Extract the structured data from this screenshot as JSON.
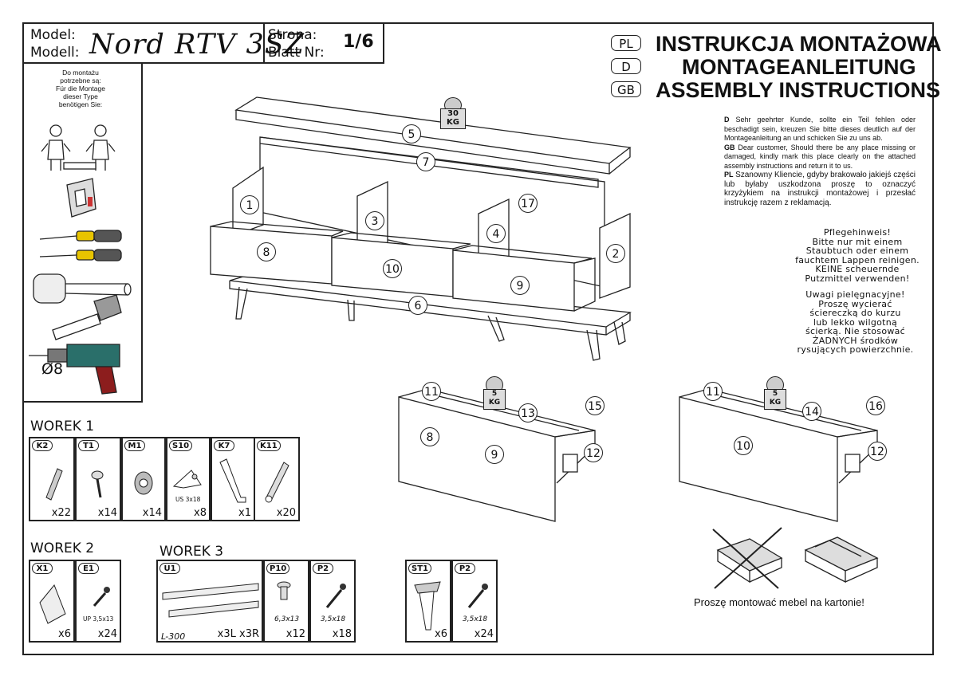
{
  "header": {
    "model_label_pl": "Model:",
    "model_label_de": "Modell:",
    "model_name": "Nord RTV 3SZ",
    "page_label_pl": "Strona:",
    "page_label_de": "Blatt Nr:",
    "page_number": "1/6"
  },
  "titles": [
    {
      "lang": "PL",
      "text": "INSTRUKCJA MONTAŻOWA"
    },
    {
      "lang": "D",
      "text": "MONTAGEANLEITUNG"
    },
    {
      "lang": "GB",
      "text": "ASSEMBLY INSTRUCTIONS"
    }
  ],
  "notice": {
    "d_tag": "D",
    "d_text": "Sehr geehrter Kunde, sollte ein Teil fehlen oder beschadigt sein, kreuzen Sie bitte dieses deutlich auf der Montageanleitung an und schicken Sie zu uns ab.",
    "gb_tag": "GB",
    "gb_text": "Dear customer, Should there be any place missing or damaged, kindly mark this place clearly on the attached assembly instructions and return it to us.",
    "pl_tag": "PL",
    "pl_text": "Szanowny Kliencie, gdyby brakowało jakiejś części lub byłaby uszkodzona proszę to oznaczyć krzyżykiem na instrukcji montażowej i przesłać instrukcję razem z reklamacją."
  },
  "care": {
    "de": [
      "Pflegehinweis!",
      "Bitte nur mit einem",
      "Staubtuch oder einem",
      "fauchtem Lappen reinigen.",
      "KEINE scheuernde",
      "Putzmittel verwenden!"
    ],
    "pl": [
      "Uwagi pielęgnacyjne!",
      "Proszę wycierać",
      "ściereczką do kurzu",
      "lub lekko wilgotną",
      "ścierką. Nie stosować",
      "ŻADNYCH środków",
      "rysujących powierzchnie."
    ]
  },
  "tools": {
    "text_pl": [
      "Do montażu",
      "potrzebne są:"
    ],
    "text_de": [
      "Für die Montage",
      "dieser Type",
      "benötigen Sie:"
    ],
    "drill_size": "Ø8"
  },
  "weights": {
    "main": [
      "30",
      "KG"
    ],
    "drawer1": [
      "5",
      "KG"
    ],
    "drawer2": [
      "5",
      "KG"
    ]
  },
  "part_numbers": {
    "main": [
      "5",
      "7",
      "1",
      "3",
      "17",
      "4",
      "2",
      "8",
      "10",
      "9",
      "6"
    ],
    "drawer1": [
      "11",
      "13",
      "15",
      "8",
      "9",
      "12"
    ],
    "drawer2": [
      "11",
      "14",
      "16",
      "10",
      "12"
    ]
  },
  "bags": [
    {
      "title": "WOREK 1",
      "items": [
        {
          "code": "K2",
          "qty": "x22",
          "icon": "dowel-icon"
        },
        {
          "code": "T1",
          "qty": "x14",
          "icon": "cam-bolt-icon"
        },
        {
          "code": "M1",
          "qty": "x14",
          "icon": "cam-lock-icon"
        },
        {
          "code": "S10",
          "qty": "x8",
          "spec": "US 3x18",
          "icon": "bracket-screw-icon"
        },
        {
          "code": "K7",
          "qty": "x1",
          "icon": "hex-key-icon"
        },
        {
          "code": "K11",
          "qty": "x20",
          "icon": "anchor-icon"
        }
      ]
    },
    {
      "title": "WOREK 2",
      "items": [
        {
          "code": "X1",
          "qty": "x6",
          "icon": "corner-bracket-icon"
        },
        {
          "code": "E1",
          "qty": "x24",
          "spec": "UP 3,5x13",
          "icon": "screw-icon"
        }
      ]
    },
    {
      "title": "WOREK 3",
      "items": [
        {
          "code": "U1",
          "qty": "x3L  x3R",
          "spec": "L-300",
          "icon": "drawer-slide-icon"
        },
        {
          "code": "P10",
          "qty": "x12",
          "spec": "6,3x13",
          "icon": "flat-screw-icon"
        },
        {
          "code": "P2",
          "qty": "x18",
          "spec": "3,5x18",
          "icon": "screw-icon"
        }
      ]
    },
    {
      "title": "",
      "items": [
        {
          "code": "ST1",
          "qty": "x6",
          "icon": "leg-icon"
        },
        {
          "code": "P2",
          "qty": "x24",
          "spec": "3,5x18",
          "icon": "screw-icon"
        }
      ]
    }
  ],
  "carton_note": "Proszę montować mebel na kartonie!"
}
